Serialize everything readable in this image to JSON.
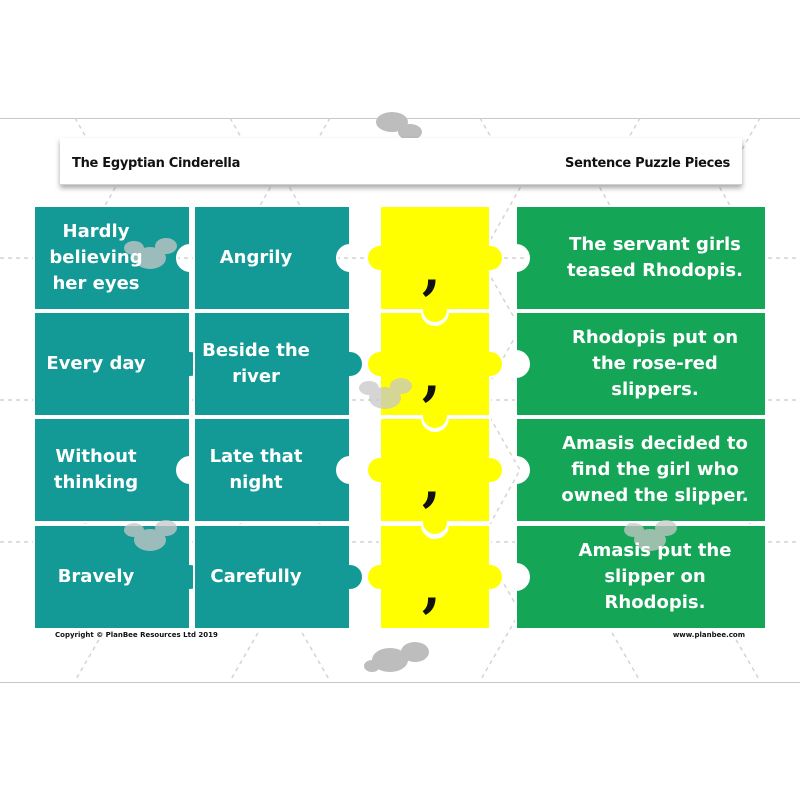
{
  "header": {
    "title_left": "The Egyptian Cinderella",
    "title_right": "Sentence Puzzle Pieces"
  },
  "rows": [
    {
      "opener": "Hardly\nbelieving\nher eyes",
      "adverb": "Angrily",
      "punctuation": ",",
      "clause": "The servant girls\nteased Rhodopis."
    },
    {
      "opener": "Every day",
      "adverb": "Beside the\nriver",
      "punctuation": ",",
      "clause": "Rhodopis put on\nthe rose-red\nslippers."
    },
    {
      "opener": "Without\nthinking",
      "adverb": "Late that\nnight",
      "punctuation": ",",
      "clause": "Amasis decided to\nfind the girl who\nowned the slipper."
    },
    {
      "opener": "Bravely",
      "adverb": "Carefully",
      "punctuation": ",",
      "clause": "Amasis put the\nslipper on\nRhodopis."
    }
  ],
  "footer": {
    "copyright": "Copyright © PlanBee Resources Ltd 2019",
    "website": "www.planbee.com"
  },
  "colors": {
    "teal": "#149a96",
    "yellow": "#ffff00",
    "green": "#15a556",
    "piece_border": "#ffffff"
  },
  "icons": {
    "watermark": "bee-icon"
  }
}
